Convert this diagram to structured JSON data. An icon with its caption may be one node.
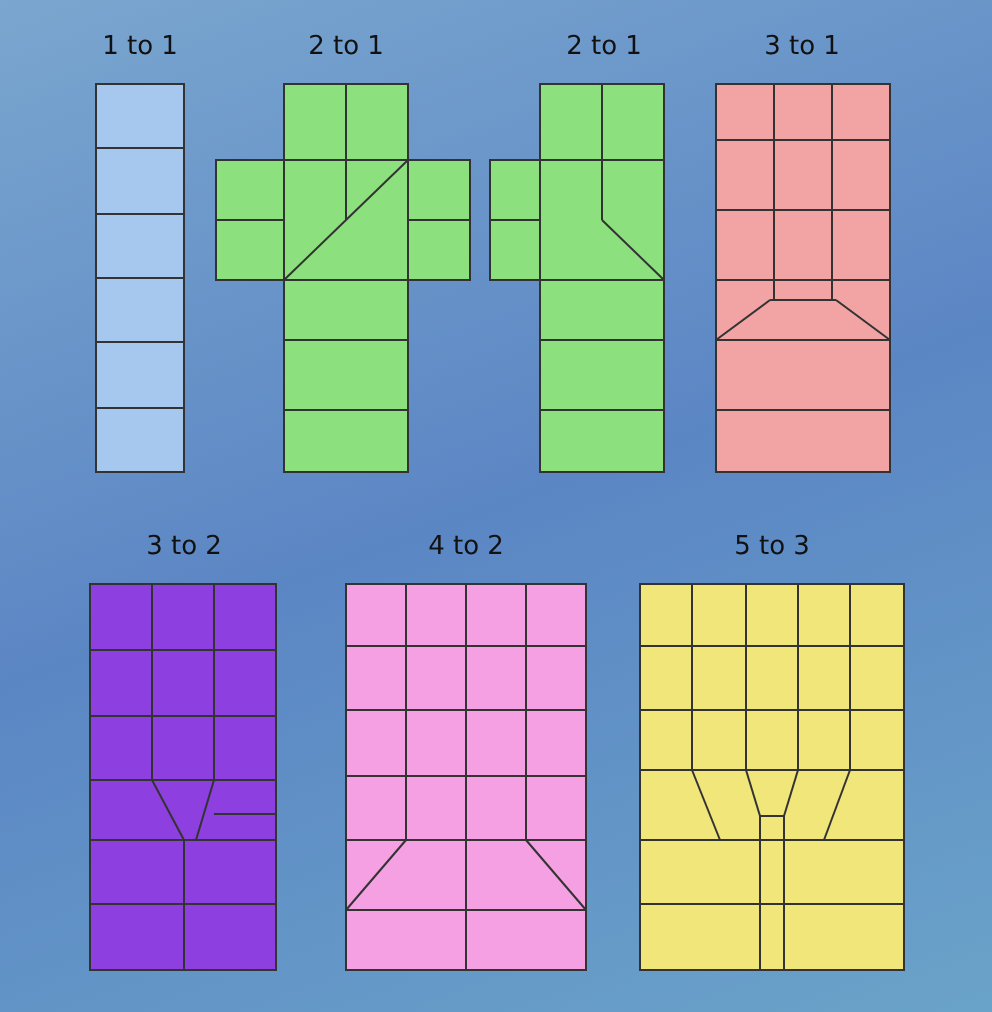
{
  "diagram": {
    "labels": [
      "1 to 1",
      "2 to 1",
      "2 to 1",
      "3 to 1",
      "3 to 2",
      "4 to 2",
      "5 to 3"
    ]
  }
}
